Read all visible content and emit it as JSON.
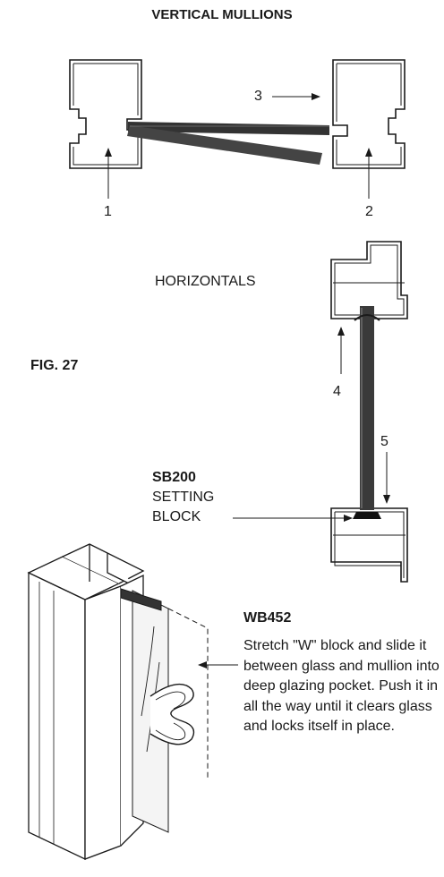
{
  "title": "VERTICAL MULLIONS",
  "callouts": {
    "c1": "1",
    "c2": "2",
    "c3": "3",
    "c4": "4",
    "c5": "5"
  },
  "horizontals_label": "HORIZONTALS",
  "fig_label": "FIG. 27",
  "setting_block": {
    "code": "SB200",
    "line1": "SETTING",
    "line2": "BLOCK"
  },
  "w_block": {
    "code": "WB452",
    "description": "Stretch \"W\" block and slide it between glass and mullion into deep glazing pocket. Push it in all the way until it clears glass and locks itself in place."
  }
}
